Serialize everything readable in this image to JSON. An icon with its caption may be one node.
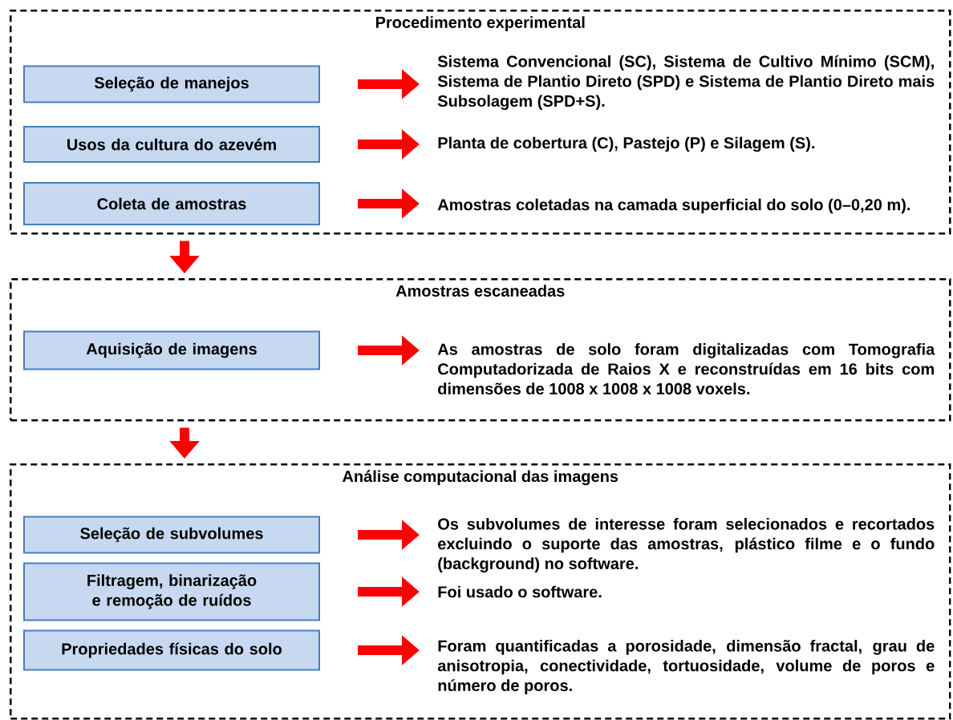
{
  "diagram": {
    "nodes": [
      {
        "text": [
          "Procedimento experimental"
        ]
      },
      {
        "text": [
          "Seleção de manejos"
        ],
        "in": 0
      },
      {
        "text": [
          "Sistema Convencional (SC), Sistema de Cultivo Mínimo (SCM), Sistema de Plantio Direto (SPD) e Sistema de Plantio Direto mais Subsolagem (SPD+S)."
        ],
        "in": 0
      },
      {
        "text": [
          "Usos da cultura do azevém"
        ],
        "in": 0
      },
      {
        "text": [
          "Planta de cobertura (C),  Pastejo (P) e Silagem (S)."
        ],
        "in": 0
      },
      {
        "text": [
          "Coleta de amostras"
        ],
        "in": 0
      },
      {
        "text": [
          "Amostras coletadas na camada superficial do solo (0–0,20 m)."
        ],
        "in": 0
      },
      {
        "text": [
          "Amostras escaneadas"
        ]
      },
      {
        "text": [
          "Aquisição de imagens"
        ],
        "in": 7
      },
      {
        "text": [
          "As amostras de solo foram digitalizadas com Tomografia Computadorizada de Raios X e reconstruídas em 16 bits com dimensões de 1008 x 1008 x 1008 voxels."
        ],
        "in": 7
      },
      {
        "text": [
          "Análise computacional das imagens"
        ]
      },
      {
        "text": [
          "Seleção de subvolumes"
        ],
        "in": 10
      },
      {
        "text": [
          "Os subvolumes de interesse foram selecionados e recortados excluindo o suporte das amostras, plástico filme e o fundo (background) no software."
        ],
        "in": 10
      },
      {
        "text": [
          "Filtragem, binarização e remoção de ruídos"
        ],
        "in": 10
      },
      {
        "text": [
          "Foi usado o software."
        ],
        "in": 10
      },
      {
        "text": [
          "Propriedades físicas do solo"
        ],
        "in": 10
      },
      {
        "text": [
          "Foram quantificadas a porosidade, dimensão fractal, grau de anisotropia, conectividade, tortuosidade, volume de poros e número de poros."
        ],
        "in": 10
      }
    ],
    "edges": [
      {
        "from": 1,
        "to": 2,
        "arrow": "to"
      },
      {
        "from": 3,
        "to": 4,
        "arrow": "to"
      },
      {
        "from": 5,
        "to": 6,
        "arrow": "to"
      },
      {
        "from": 0,
        "to": 7,
        "arrow": "to"
      },
      {
        "from": 8,
        "to": 9,
        "arrow": "to"
      },
      {
        "from": 7,
        "to": 10,
        "arrow": "to"
      },
      {
        "from": 11,
        "to": 12,
        "arrow": "to"
      },
      {
        "from": 13,
        "to": 14,
        "arrow": "to"
      },
      {
        "from": 15,
        "to": 16,
        "arrow": "to"
      }
    ]
  }
}
